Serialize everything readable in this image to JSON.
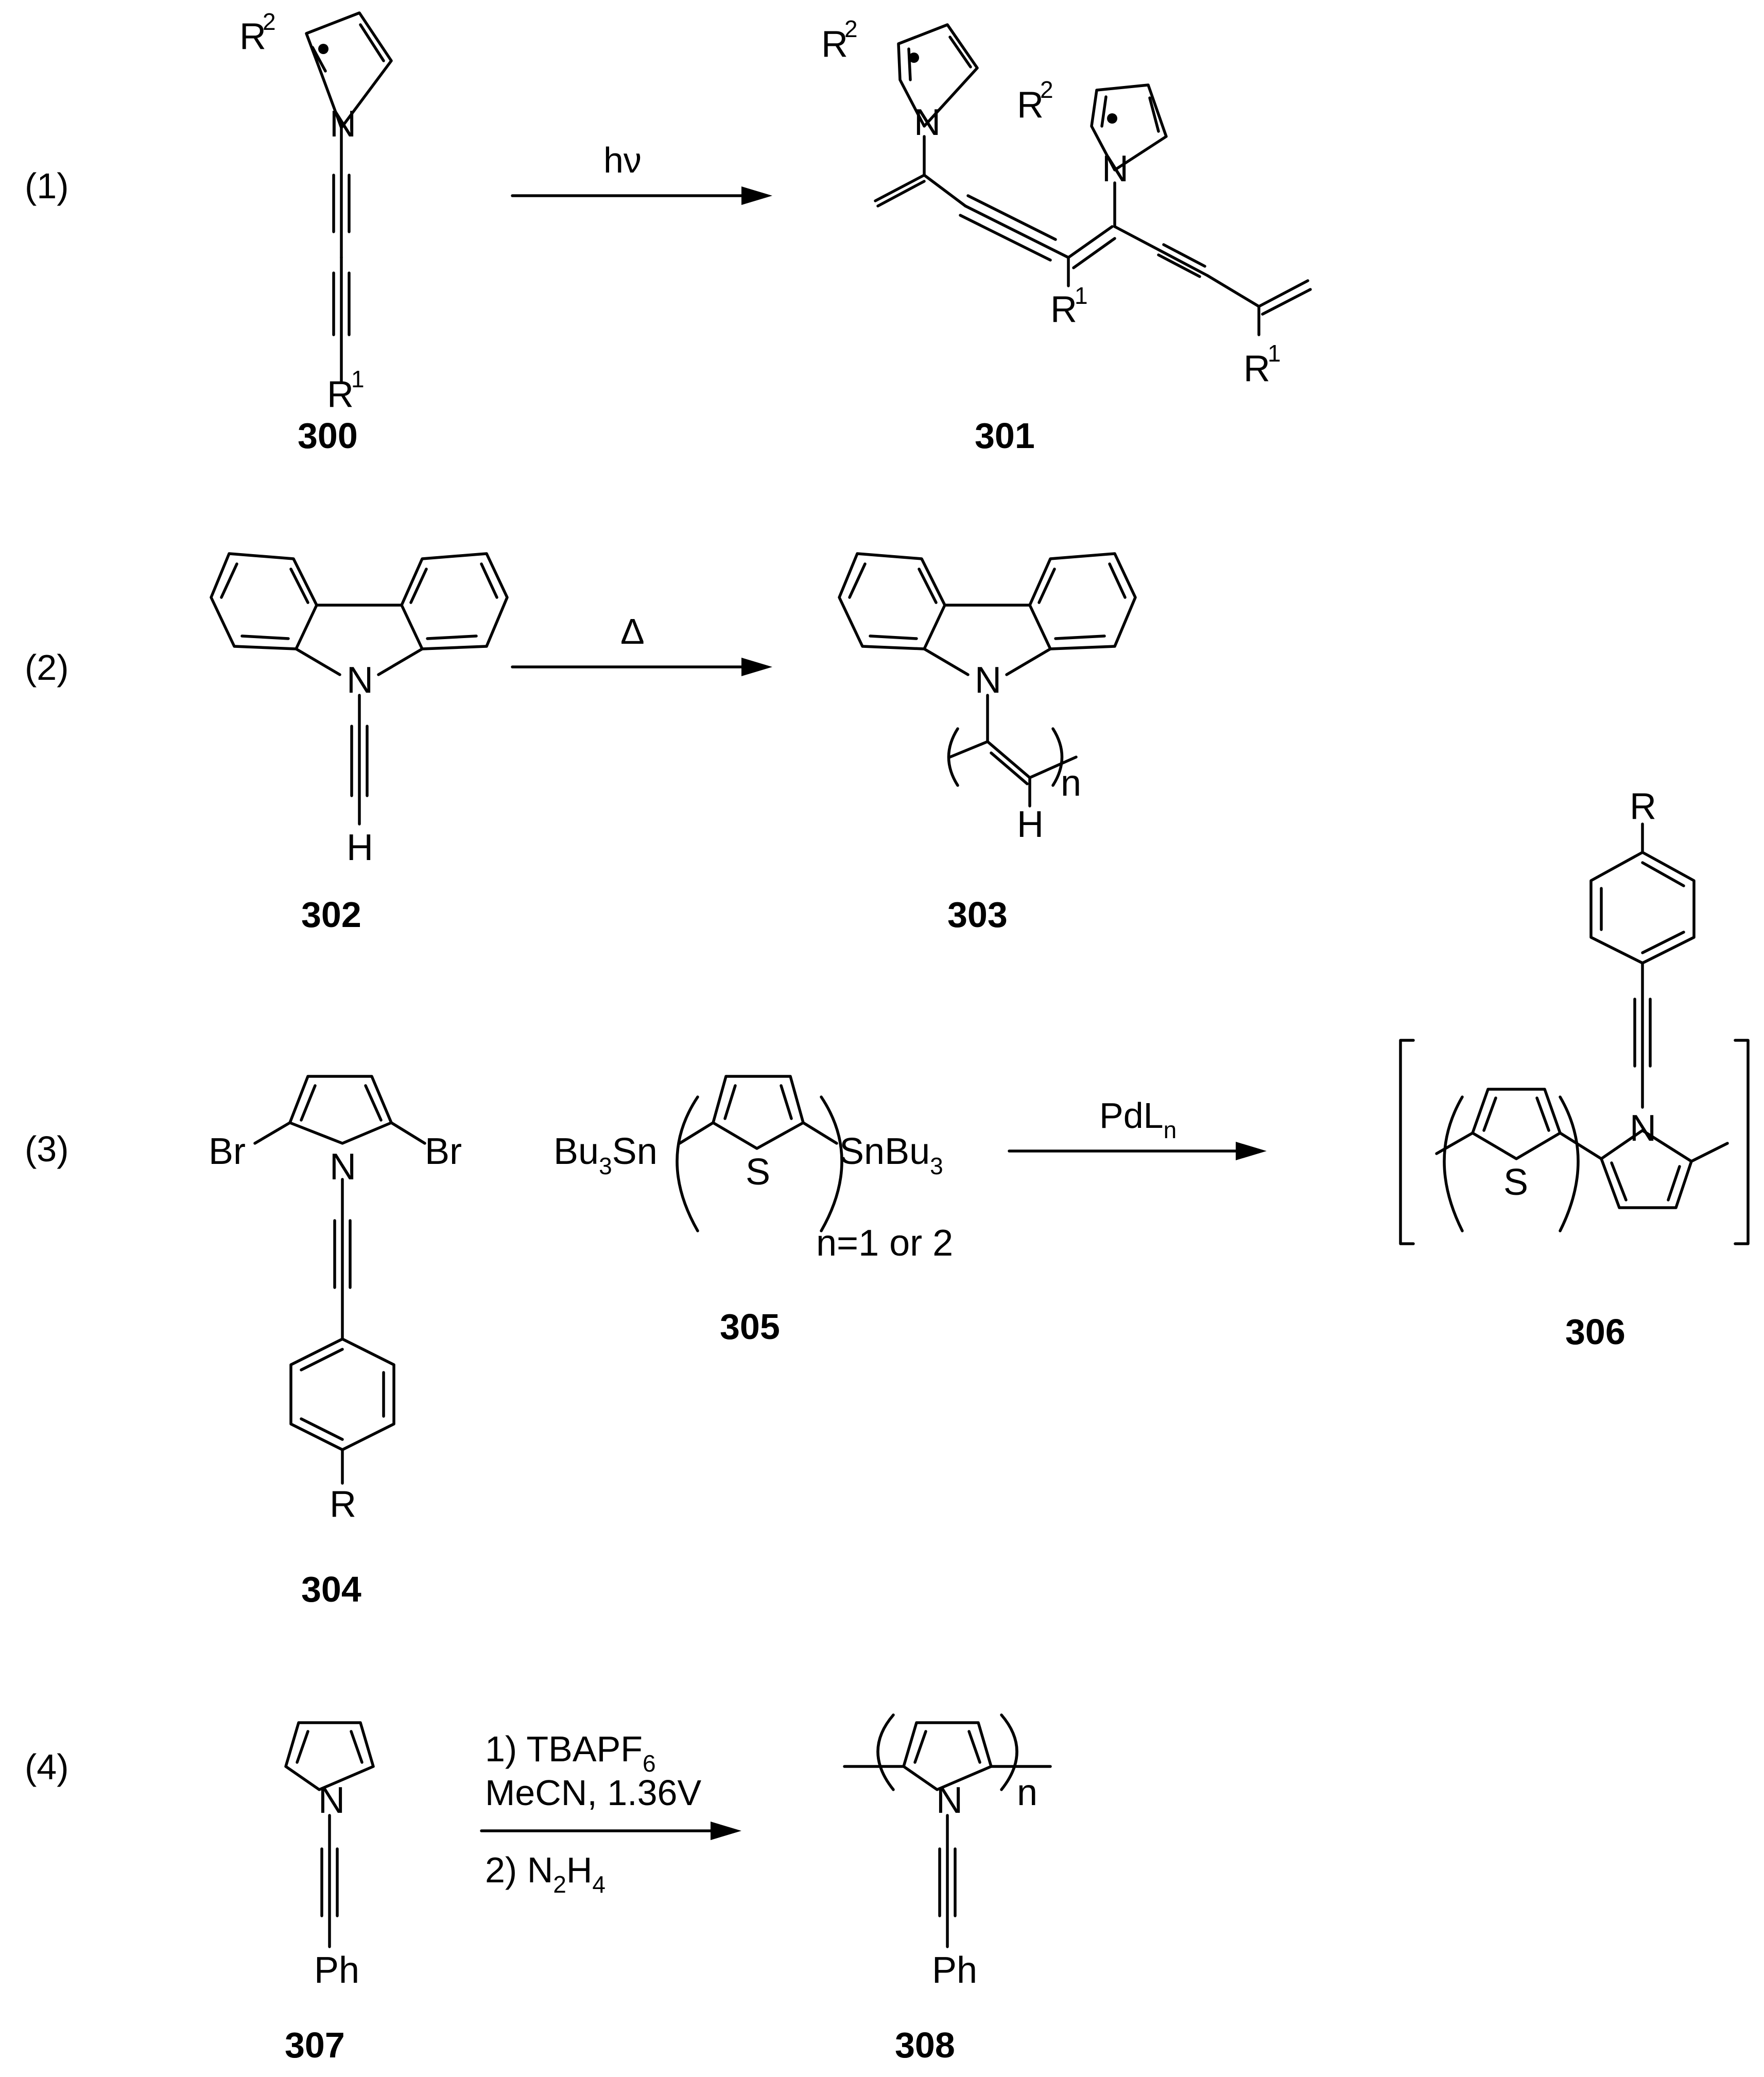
{
  "reactions": [
    {
      "label": "(1)",
      "condition": "hν",
      "starting_material": "300",
      "product": "301"
    },
    {
      "label": "(2)",
      "condition": "Δ",
      "starting_material": "302",
      "product": "303"
    },
    {
      "label": "(3)",
      "condition_main": "PdL",
      "condition_sub": "n",
      "starting_material": "304",
      "reagent": "305",
      "product": "306"
    },
    {
      "label": "(4)",
      "condition_line1_main": "1) TBAPF",
      "condition_line1_sub": "6",
      "condition_line2": "MeCN, 1.36V",
      "condition_line3_a": "2) N",
      "condition_line3_b": "2",
      "condition_line3_c": "H",
      "condition_line3_d": "4",
      "starting_material": "307",
      "product": "308"
    }
  ],
  "atoms": {
    "N": "N",
    "R": "R",
    "H": "H",
    "S": "S",
    "Br": "Br",
    "Ph": "Ph",
    "R1_main": "R",
    "R1_sup": "1",
    "R2_main": "R",
    "R2_sup": "2",
    "Bu3Sn_a": "Bu",
    "Bu3Sn_b": "3",
    "Bu3Sn_c": "Sn",
    "SnBu3_a": "SnBu",
    "SnBu3_b": "3",
    "n": "n",
    "n_repeat": "n=1 or 2"
  }
}
